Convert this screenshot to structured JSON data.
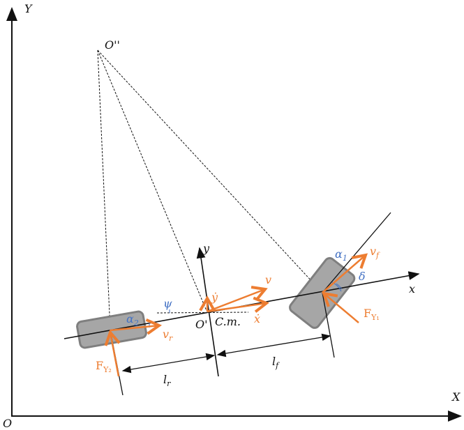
{
  "labels": {
    "Y": "Y",
    "X": "X",
    "O": "O",
    "Opp": "O''",
    "y": "y",
    "x": "x",
    "Op": "O'",
    "cm": "C.m.",
    "psi": "ψ",
    "v": "v",
    "ydot": "ẏ",
    "xdot": "ẋ",
    "vr": "v",
    "vr_sub": "r",
    "vf": "v",
    "vf_sub": "f",
    "alpha2": "α",
    "alpha2_sub": "2",
    "alpha1": "α",
    "alpha1_sub": "1",
    "delta": "δ",
    "FY2": "F",
    "FY2_sub": "Y₂",
    "FY1": "F",
    "FY1_sub": "Y₁",
    "lr": "l",
    "lr_sub": "r",
    "lf": "l",
    "lf_sub": "f"
  },
  "colors": {
    "vector": "#ed7d31",
    "angle": "#4472c4",
    "tire": "#a6a6a6",
    "tire_border": "#7f7f7f"
  }
}
